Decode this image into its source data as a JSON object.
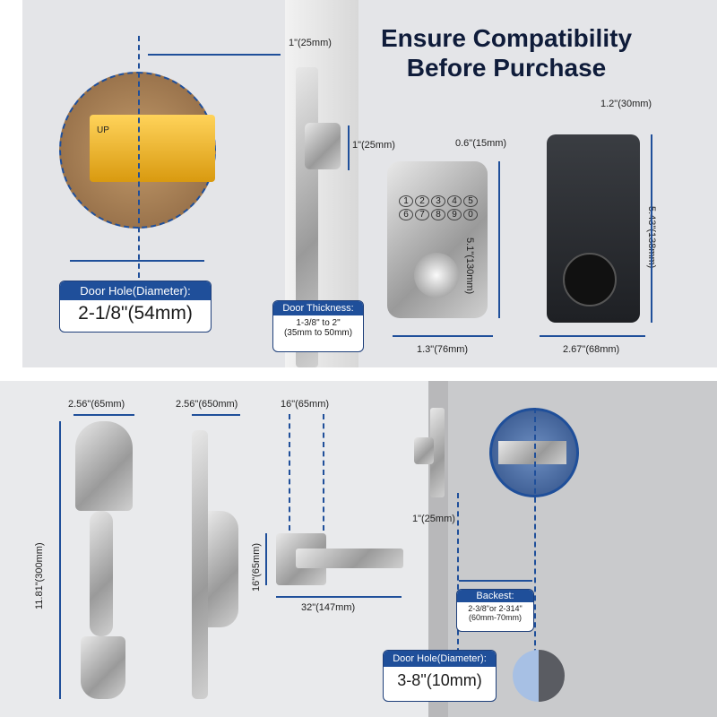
{
  "title": {
    "line1": "Ensure Compatibility",
    "line2": "Before Purchase"
  },
  "top": {
    "latch_label": "UP",
    "faceplate_width": "1\"(25mm)",
    "bolt_length": "1\"(25mm)",
    "door_hole": {
      "header": "Door Hole(Diameter):",
      "value": "2-1/8\"(54mm)"
    },
    "door_thickness": {
      "header": "Door Thickness:",
      "line1": "1-3/8\" to 2\"",
      "line2": "(35mm to 50mm)"
    },
    "keypad": {
      "depth": "0.6\"(15mm)",
      "height": "5.1\"(130mm)",
      "width": "1.3\"(76mm)",
      "keys": [
        "1",
        "2",
        "3",
        "4",
        "5",
        "6",
        "7",
        "8",
        "9",
        "0"
      ]
    },
    "interior": {
      "depth": "1.2\"(30mm)",
      "height": "5.43\"(138mm)",
      "width": "2.67\"(68mm)"
    }
  },
  "bottom": {
    "handle_front": {
      "width": "2.56\"(65mm)",
      "height": "11.81\"(300mm)"
    },
    "handle_side": {
      "width": "2.56\"(650mm)"
    },
    "lever": {
      "top": "16\"(65mm)",
      "side": "16\"(65mm)",
      "width": "32\"(147mm)"
    },
    "latch_face": "1\"(25mm)",
    "backset": {
      "header": "Backest:",
      "line1": "2-3/8\"or 2-314\"",
      "line2": "(60mm-70mm)"
    },
    "door_hole": {
      "header": "Door Hole(Diameter):",
      "value": "3-8\"(10mm)"
    }
  },
  "colors": {
    "accent": "#1f4f9a",
    "title": "#0f1c3a"
  }
}
